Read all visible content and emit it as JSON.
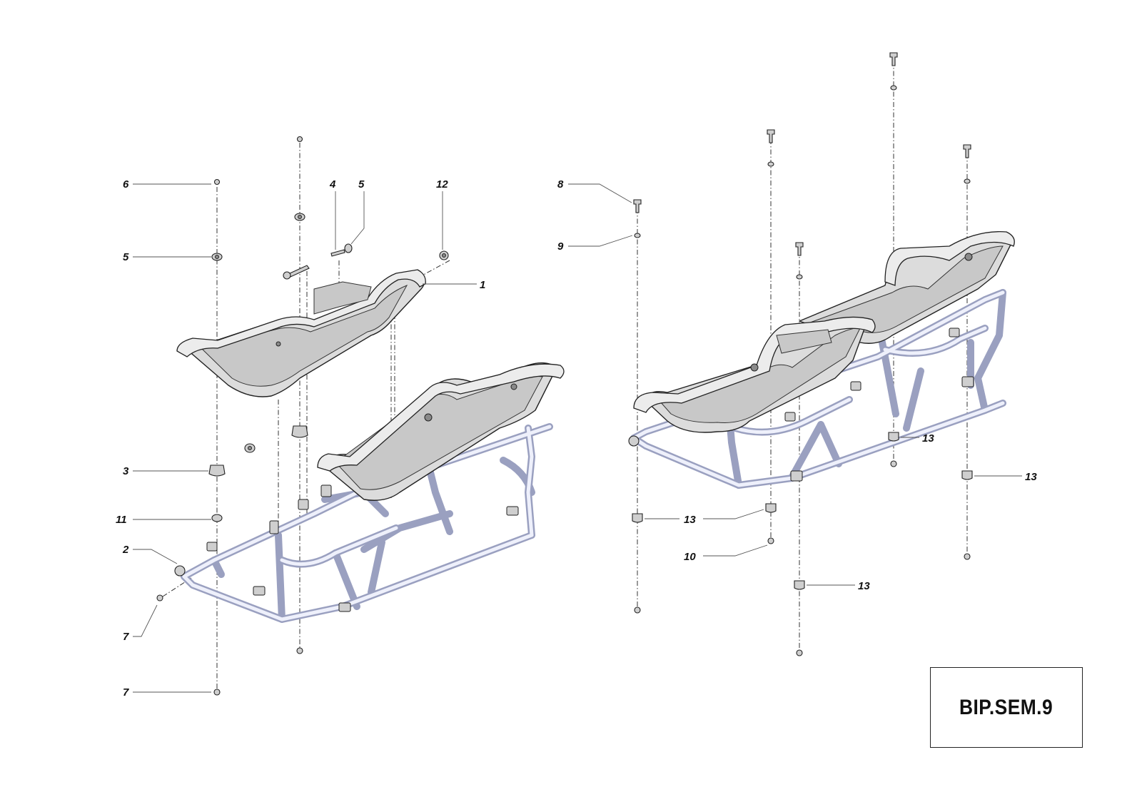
{
  "drawing": {
    "code": "BIP.SEM.9"
  },
  "callouts": {
    "left": {
      "c6": "6",
      "c5a": "5",
      "c4": "4",
      "c5b": "5",
      "c12": "12",
      "c1": "1",
      "c3": "3",
      "c11": "11",
      "c2": "2",
      "c7a": "7",
      "c7b": "7"
    },
    "right": {
      "c8": "8",
      "c9": "9",
      "c13a": "13",
      "c13b": "13",
      "c13c": "13",
      "c10": "10",
      "c13d": "13"
    }
  },
  "colors": {
    "frame_tube": "#9aa0c0",
    "seat_shell": "#dcdcdc",
    "line": "#222222"
  }
}
